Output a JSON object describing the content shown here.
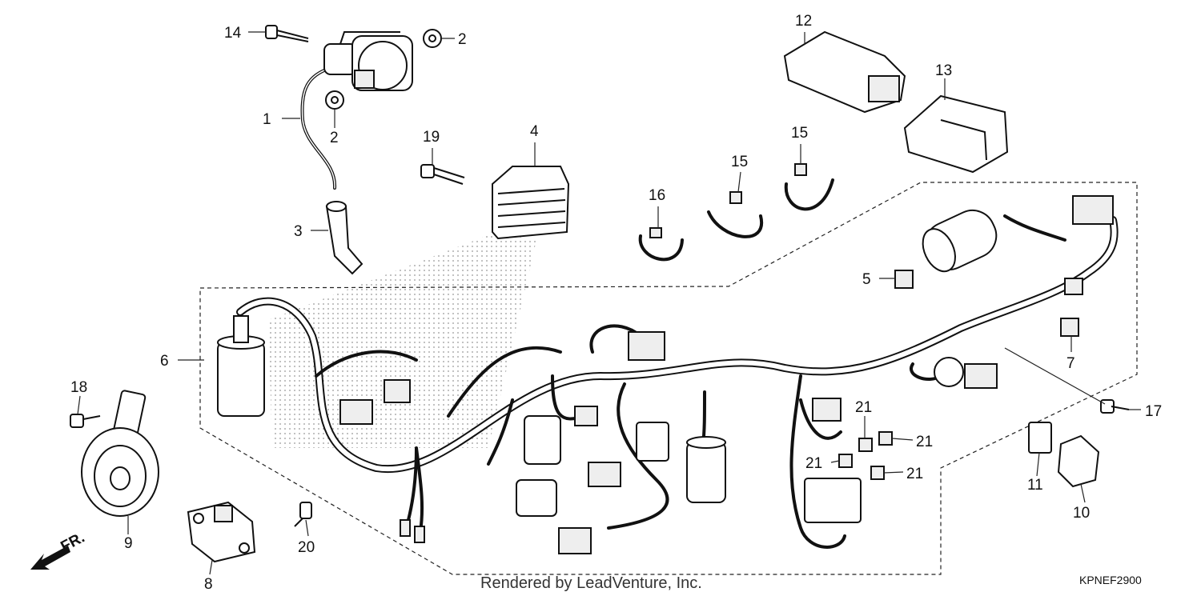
{
  "callouts": {
    "c1": "1",
    "c2a": "2",
    "c2b": "2",
    "c3": "3",
    "c4": "4",
    "c5": "5",
    "c6": "6",
    "c7": "7",
    "c8": "8",
    "c9": "9",
    "c10": "10",
    "c11": "11",
    "c12": "12",
    "c13": "13",
    "c14": "14",
    "c15a": "15",
    "c15b": "15",
    "c16": "16",
    "c17": "17",
    "c18": "18",
    "c19": "19",
    "c20": "20",
    "c21a": "21",
    "c21b": "21",
    "c21c": "21",
    "c21d": "21"
  },
  "front_marker": "FR.",
  "watermark": "Rendered by LeadVenture, Inc.",
  "diagram_code": "KPNEF2900",
  "colors": {
    "ink": "#111111",
    "background": "#ffffff",
    "hatch": "#bbbbbb"
  }
}
